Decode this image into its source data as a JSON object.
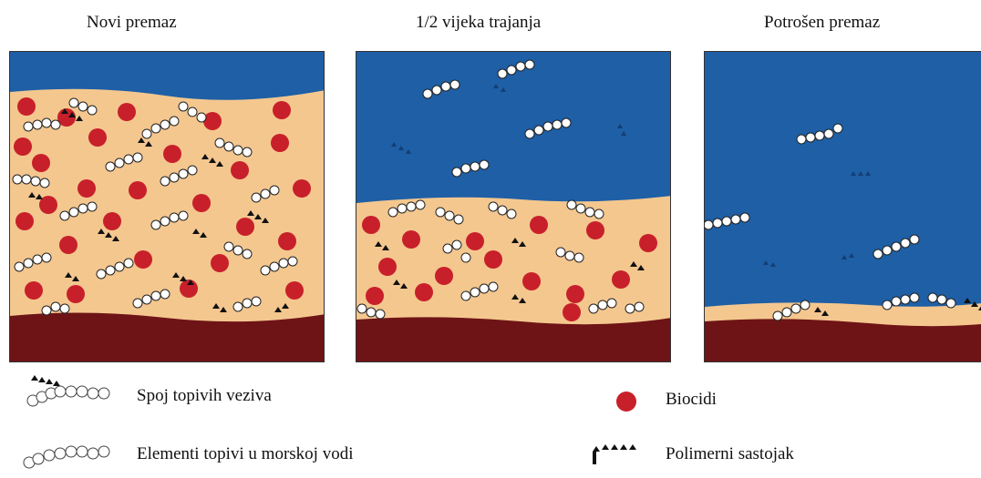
{
  "titles": {
    "left": "Novi premaz",
    "middle": "1/2 vijeka trajanja",
    "right": "Potrošen premaz"
  },
  "legend": {
    "binder": "Spoj topivih veziva",
    "soluble": "Elementi topivi u morskoj vodi",
    "biocides": "Biocidi",
    "polymer": "Polimerni sastojak"
  },
  "colors": {
    "sea": "#1e5fa6",
    "coating": "#f4c78f",
    "substrate": "#6e1416",
    "biocide": "#c8202a",
    "particle_outline": "#222222"
  }
}
